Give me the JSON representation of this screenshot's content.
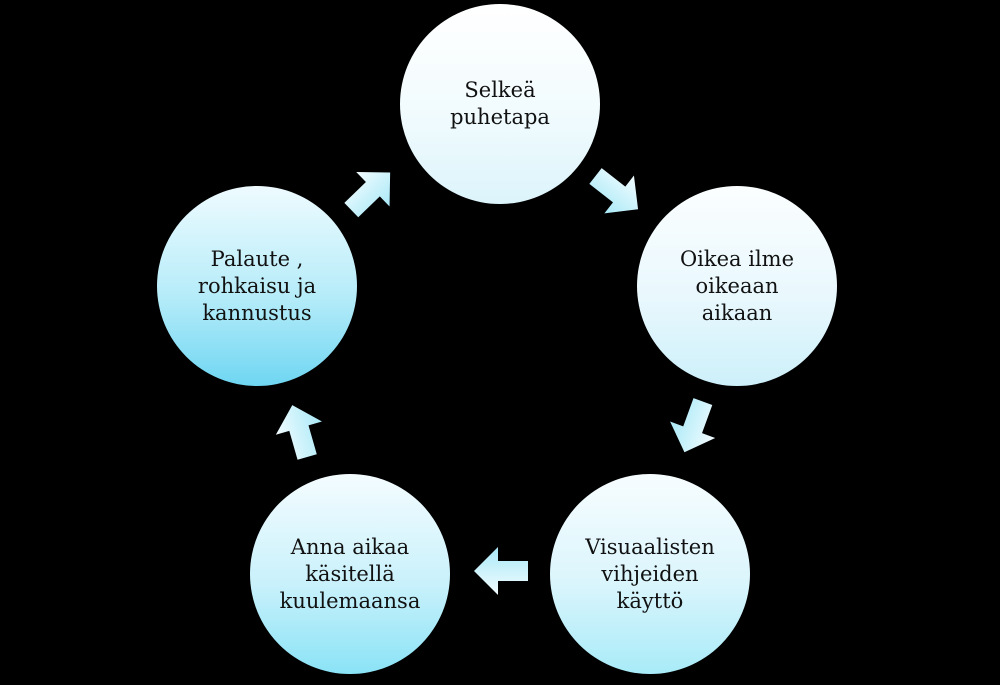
{
  "diagram": {
    "nodes": [
      {
        "label": "Selkeä\npuhetapa"
      },
      {
        "label": "Oikea ilme\noikeaan\naikaan"
      },
      {
        "label": "Visuaalisten\nvihjeiden\nkäyttö"
      },
      {
        "label": "Anna aikaa\nkäsitellä\nkuulemaansa"
      },
      {
        "label": "Palaute ,\nrohkaisu ja\nkannustus"
      }
    ],
    "arrow_color": "#bdf0fb",
    "background_color": "#000000"
  }
}
